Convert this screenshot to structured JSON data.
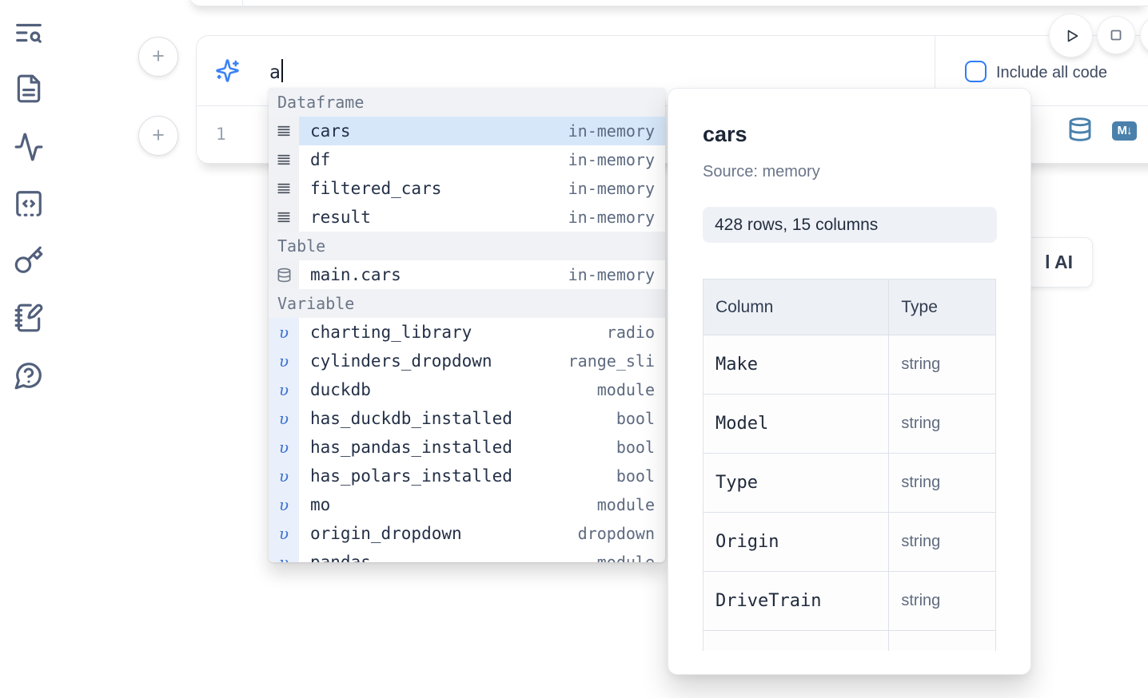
{
  "sidebar": {
    "icons": [
      {
        "name": "text-search-icon"
      },
      {
        "name": "file-text-icon"
      },
      {
        "name": "activity-icon"
      },
      {
        "name": "code-snippets-icon"
      },
      {
        "name": "key-icon"
      },
      {
        "name": "notebook-pen-icon"
      },
      {
        "name": "help-chat-icon"
      }
    ]
  },
  "prompt": {
    "value": "a",
    "include_all_code_label": "Include all code"
  },
  "run_controls": {
    "play_icon": "play-icon",
    "stop_icon": "stop-icon"
  },
  "cell": {
    "line_number": "1",
    "markdown_badge": "M↓"
  },
  "completion": {
    "sections": [
      {
        "label": "Dataframe",
        "items": [
          {
            "icon": "rows-icon",
            "name": "cars",
            "detail": "in-memory",
            "selected": true
          },
          {
            "icon": "rows-icon",
            "name": "df",
            "detail": "in-memory"
          },
          {
            "icon": "rows-icon",
            "name": "filtered_cars",
            "detail": "in-memory"
          },
          {
            "icon": "rows-icon",
            "name": "result",
            "detail": "in-memory"
          }
        ]
      },
      {
        "label": "Table",
        "items": [
          {
            "icon": "database-icon",
            "name": "main.cars",
            "detail": "in-memory"
          }
        ]
      },
      {
        "label": "Variable",
        "items": [
          {
            "icon": "variable-icon",
            "name": "charting_library",
            "detail": "radio"
          },
          {
            "icon": "variable-icon",
            "name": "cylinders_dropdown",
            "detail": "range_sli"
          },
          {
            "icon": "variable-icon",
            "name": "duckdb",
            "detail": "module"
          },
          {
            "icon": "variable-icon",
            "name": "has_duckdb_installed",
            "detail": "bool"
          },
          {
            "icon": "variable-icon",
            "name": "has_pandas_installed",
            "detail": "bool"
          },
          {
            "icon": "variable-icon",
            "name": "has_polars_installed",
            "detail": "bool"
          },
          {
            "icon": "variable-icon",
            "name": "mo",
            "detail": "module"
          },
          {
            "icon": "variable-icon",
            "name": "origin_dropdown",
            "detail": "dropdown"
          },
          {
            "icon": "variable-icon",
            "name": "pandas",
            "detail": "module",
            "partial": true
          }
        ]
      }
    ]
  },
  "preview_panel": {
    "title": "cars",
    "source": "Source: memory",
    "shape_badge": "428 rows, 15 columns",
    "table": {
      "headers": [
        "Column",
        "Type"
      ],
      "rows": [
        [
          "Make",
          "string"
        ],
        [
          "Model",
          "string"
        ],
        [
          "Type",
          "string"
        ],
        [
          "Origin",
          "string"
        ],
        [
          "DriveTrain",
          "string"
        ]
      ]
    }
  },
  "ai_button": {
    "visible_label": "l AI"
  },
  "colors": {
    "accent_blue": "#3b82f6",
    "selection_bg": "#d7e7fa",
    "steel_blue_icon": "#4a81ac",
    "checkbox_blue": "#2f7cf6"
  }
}
